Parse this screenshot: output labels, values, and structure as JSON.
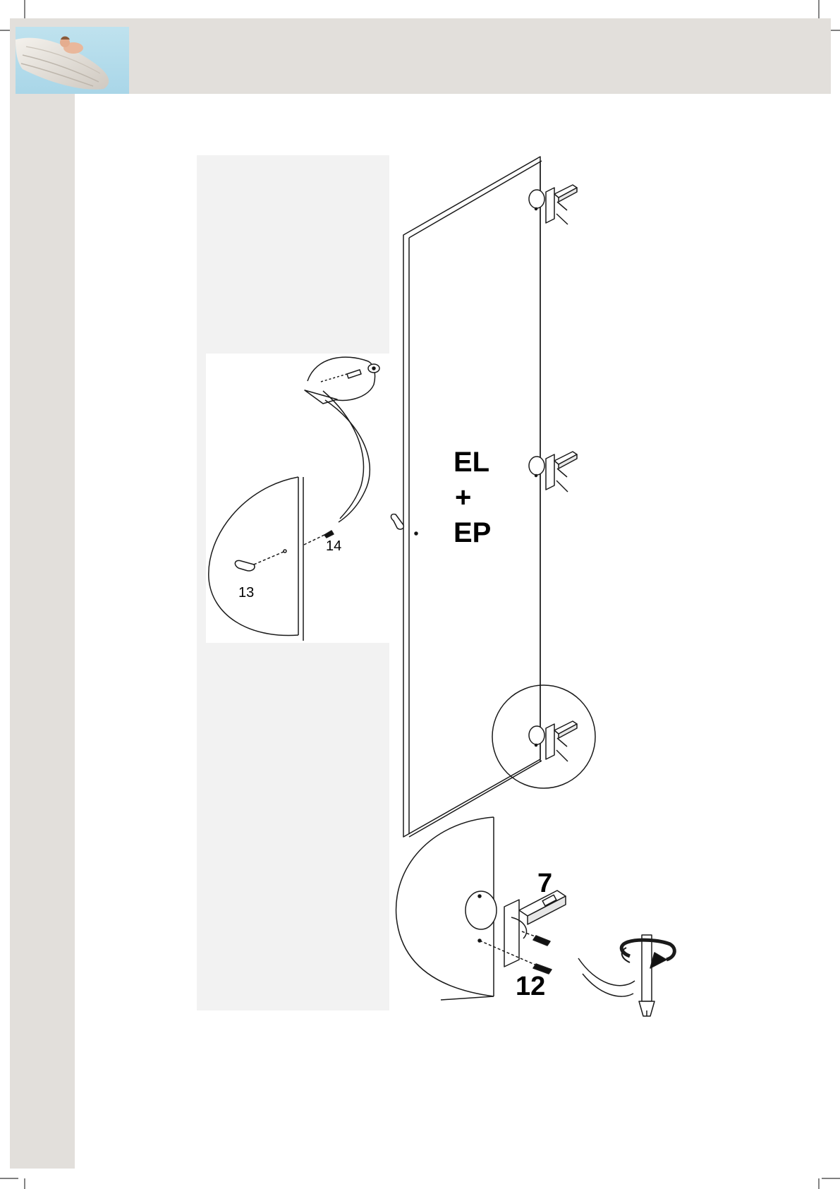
{
  "header": {
    "photo_icon": "cherub-on-wing-photo",
    "band_color": "#e2dfdb"
  },
  "instruction": {
    "model_label_line1": "EL",
    "model_label_line2": "+",
    "model_label_line3": "EP",
    "part_13": "13",
    "part_14": "14",
    "part_7": "7",
    "part_12": "12"
  },
  "icons": {
    "hinge": "cabinet-hinge-icon",
    "screwdriver": "screwdriver-icon",
    "rotation": "rotation-arrow-icon",
    "knob": "door-knob-icon"
  }
}
